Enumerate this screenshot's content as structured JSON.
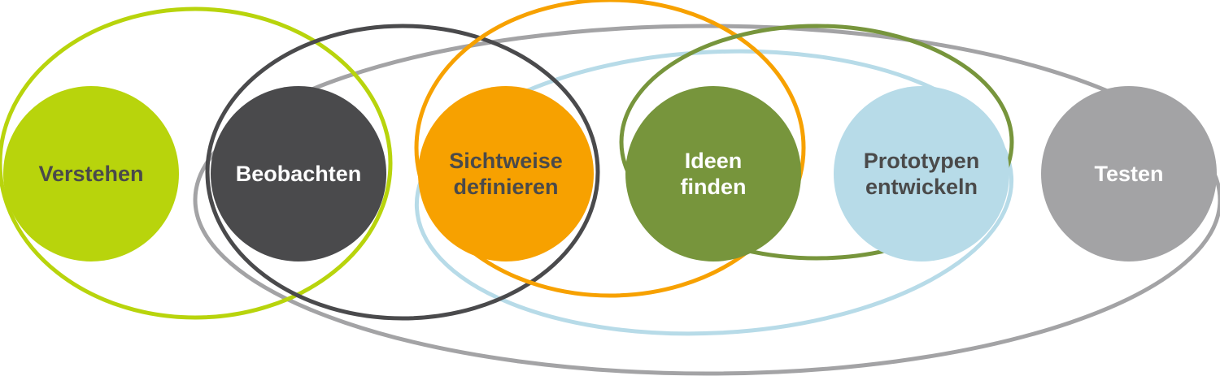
{
  "stages": [
    {
      "lines": [
        "Verstehen"
      ],
      "fill": "#b8d40c",
      "text_color": "#4a4a4a"
    },
    {
      "lines": [
        "Beobachten"
      ],
      "fill": "#4a4a4c",
      "text_color": "#ffffff"
    },
    {
      "lines": [
        "Sichtweise",
        "definieren"
      ],
      "fill": "#f7a100",
      "text_color": "#4a4a4a"
    },
    {
      "lines": [
        "Ideen",
        "finden"
      ],
      "fill": "#77953c",
      "text_color": "#ffffff"
    },
    {
      "lines": [
        "Prototypen",
        "entwickeln"
      ],
      "fill": "#b7dbe8",
      "text_color": "#4a4a4a"
    },
    {
      "lines": [
        "Testen"
      ],
      "fill": "#a3a3a5",
      "text_color": "#ffffff"
    }
  ],
  "connector_colors": [
    "#b8d40c",
    "#4a4a4c",
    "#f7a100",
    "#77953c",
    "#b7dbe8",
    "#a3a3a5"
  ]
}
